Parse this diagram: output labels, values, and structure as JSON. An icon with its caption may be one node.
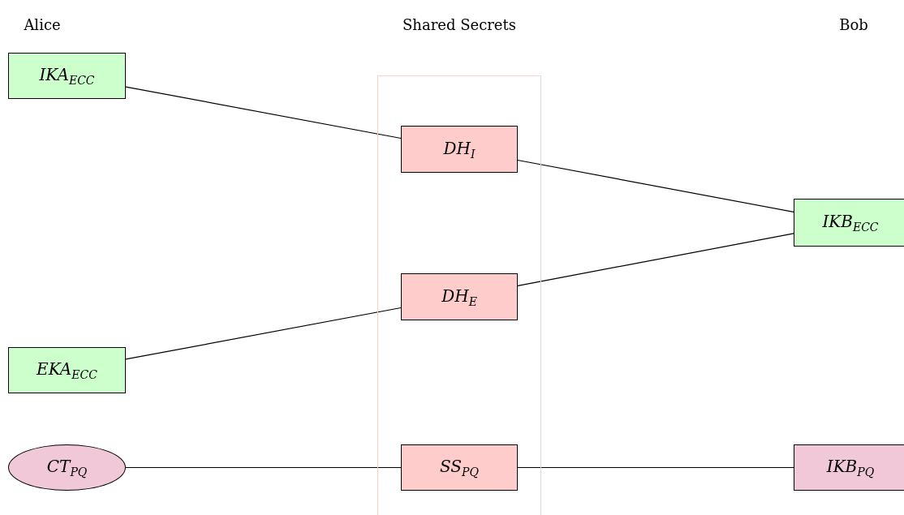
{
  "diagram": {
    "nodes": [
      {
        "text": [
          "IKA$_{ECC}$"
        ]
      },
      {
        "text": [
          "Shared Secrets"
        ]
      },
      {
        "text": [
          "DH$_{I}$"
        ],
        "in": 1
      },
      {
        "text": [
          "DH$_{E}$"
        ],
        "in": 1
      },
      {
        "text": [
          "SS$_{PQ}$"
        ],
        "in": 1
      },
      {
        "text": [
          "IKB$_{ECC}$"
        ]
      },
      {
        "text": [
          "EKA$_{ECC}$"
        ]
      },
      {
        "text": [
          "CT$_{PQ}$"
        ]
      },
      {
        "text": [
          "IKB$_{PQ}$"
        ]
      }
    ],
    "edges": [
      {
        "from": 0,
        "to": 2,
        "arrow": "none"
      },
      {
        "from": 2,
        "to": 5,
        "arrow": "none"
      },
      {
        "from": 6,
        "to": 3,
        "arrow": "none"
      },
      {
        "from": 3,
        "to": 5,
        "arrow": "none"
      },
      {
        "from": 7,
        "to": 4,
        "arrow": "none"
      },
      {
        "from": 4,
        "to": 8,
        "arrow": "none"
      }
    ],
    "labels": [
      "Alice",
      "Bob"
    ]
  }
}
